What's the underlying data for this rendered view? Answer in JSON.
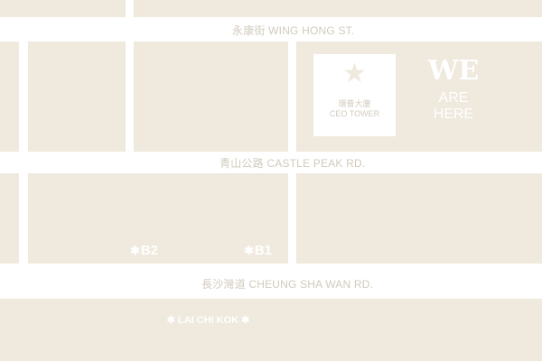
{
  "streets": {
    "wing_hong": "永康街 WING HONG ST.",
    "castle_peak": "青山公路  CASTLE PEAK RD.",
    "cheung_sha_wan": "長沙灣道  CHEUNG SHA WAN RD."
  },
  "building": {
    "name_zh": "環薈大廈",
    "name_en": "CEO TOWER",
    "icon": "star-icon"
  },
  "callout": {
    "line1": "WE",
    "line2": "ARE",
    "line3": "HERE"
  },
  "exits": [
    {
      "icon": "mtr-icon",
      "label": "B2"
    },
    {
      "icon": "mtr-icon",
      "label": "B1"
    }
  ],
  "station": {
    "icon": "mtr-icon",
    "label": "LAI CHI KOK"
  },
  "colors": {
    "block": "#efe9de",
    "road": "#ffffff",
    "road_text": "#d2cbbd"
  }
}
